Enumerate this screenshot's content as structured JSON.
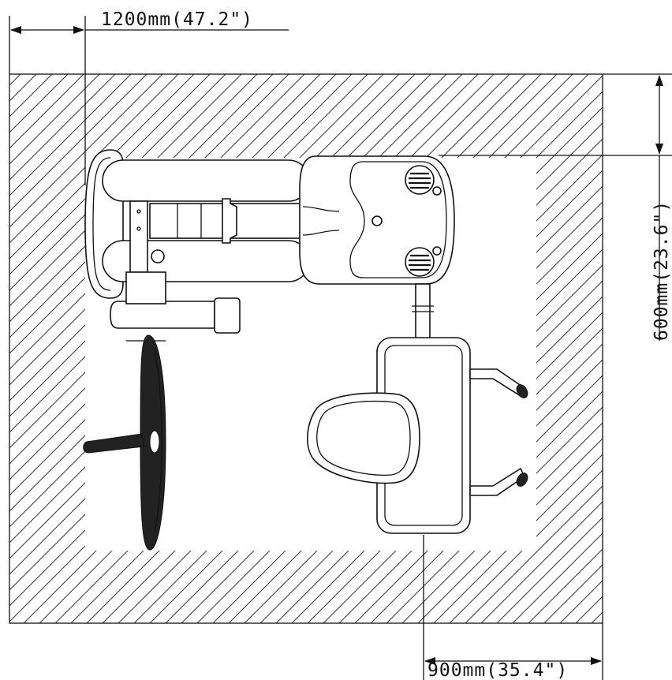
{
  "dimensions": {
    "width_label": "1200mm(47.2\")",
    "depth_label": "600mm(23.6\")",
    "clearance_label": "900mm(35.4\")"
  }
}
